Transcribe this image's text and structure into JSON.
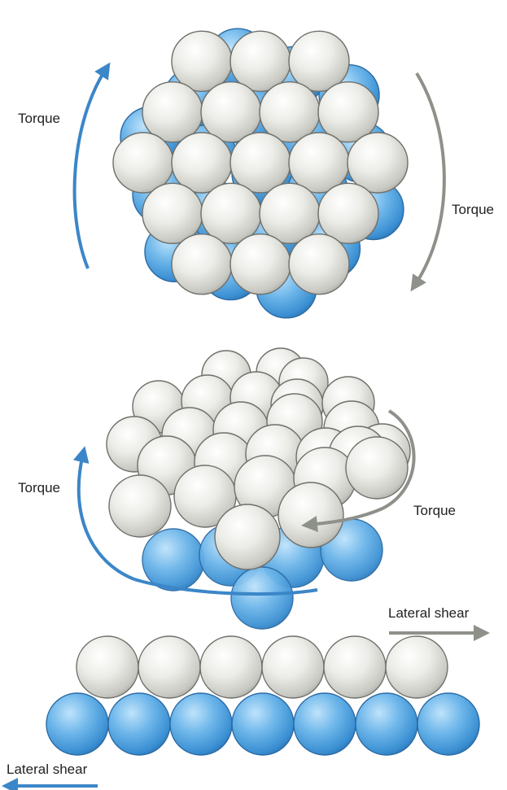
{
  "labels": {
    "torque_top_left": "Torque",
    "torque_top_right": "Torque",
    "torque_mid_left": "Torque",
    "torque_mid_right": "Torque",
    "shear_right": "Lateral shear",
    "shear_left": "Lateral shear"
  },
  "colors": {
    "white_sphere": "#e4e4df",
    "blue_sphere": "#5aa7e0",
    "blue_arrow": "#3b86c8",
    "gray_arrow": "#8d918a",
    "text": "#222222"
  }
}
